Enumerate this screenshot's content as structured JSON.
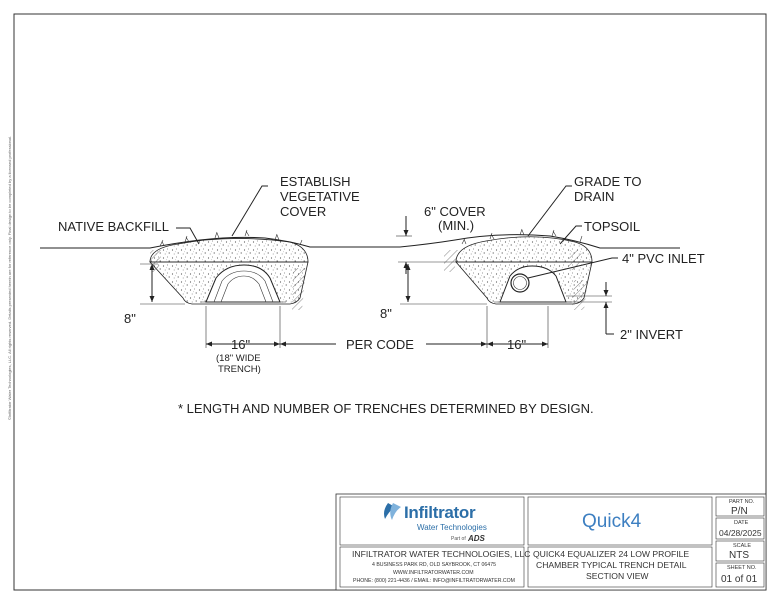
{
  "margin_note": "©Infiltrator Water Technologies, LLC. All rights reserved. Details presented herein are for reference only. Final design to be completed by a licensed professional.",
  "labels": {
    "native_backfill": "NATIVE BACKFILL",
    "establish_1": "ESTABLISH",
    "establish_2": "VEGETATIVE",
    "establish_3": "COVER",
    "cover_1": "6\" COVER",
    "cover_2": "(MIN.)",
    "grade_1": "GRADE TO",
    "grade_2": "DRAIN",
    "topsoil": "TOPSOIL",
    "pvc_inlet": "4\" PVC INLET",
    "left_depth": "8\"",
    "right_depth": "8\"",
    "invert": "2\" INVERT",
    "left_width": "16\"",
    "left_width_note_1": "(18\" WIDE",
    "left_width_note_2": "TRENCH)",
    "per_code": "PER CODE",
    "right_width": "16\""
  },
  "note": "* LENGTH AND NUMBER OF TRENCHES DETERMINED BY DESIGN.",
  "title_block": {
    "brand": "Infiltrator",
    "brand_sub": "Water Technologies",
    "part_of": "Part of",
    "ads": "ADS",
    "product_logo": "Quick4",
    "company": "INFILTRATOR WATER TECHNOLOGIES, LLC",
    "address": "4 BUSINESS PARK RD, OLD SAYBROOK, CT 06475",
    "website": "WWW.INFILTRATORWATER.COM",
    "contact": "PHONE: (800) 221-4436 / EMAIL: INFO@INFILTRATORWATER.COM",
    "title_1": "QUICK4 EQUALIZER 24 LOW PROFILE",
    "title_2": "CHAMBER TYPICAL TRENCH DETAIL",
    "title_3": "SECTION VIEW",
    "part_no_label": "PART NO.",
    "part_no": "P/N",
    "date_label": "DATE",
    "date": "04/28/2025",
    "scale_label": "SCALE",
    "scale": "NTS",
    "sheet_label": "SHEET NO.",
    "sheet": "01 of 01"
  },
  "colors": {
    "line": "#222222",
    "brand_blue": "#2c6fa8",
    "quick4_blue": "#3d7fc1",
    "ads_green": "#5a9a3c"
  }
}
